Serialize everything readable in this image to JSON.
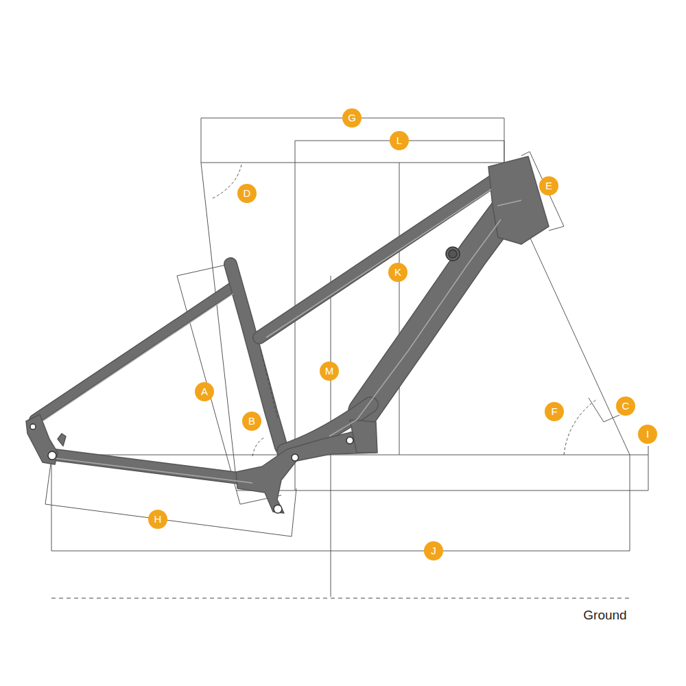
{
  "diagram": {
    "labels": [
      "G",
      "L",
      "E",
      "D",
      "K",
      "M",
      "A",
      "B",
      "F",
      "C",
      "I",
      "H",
      "J",
      "Ground"
    ]
  }
}
